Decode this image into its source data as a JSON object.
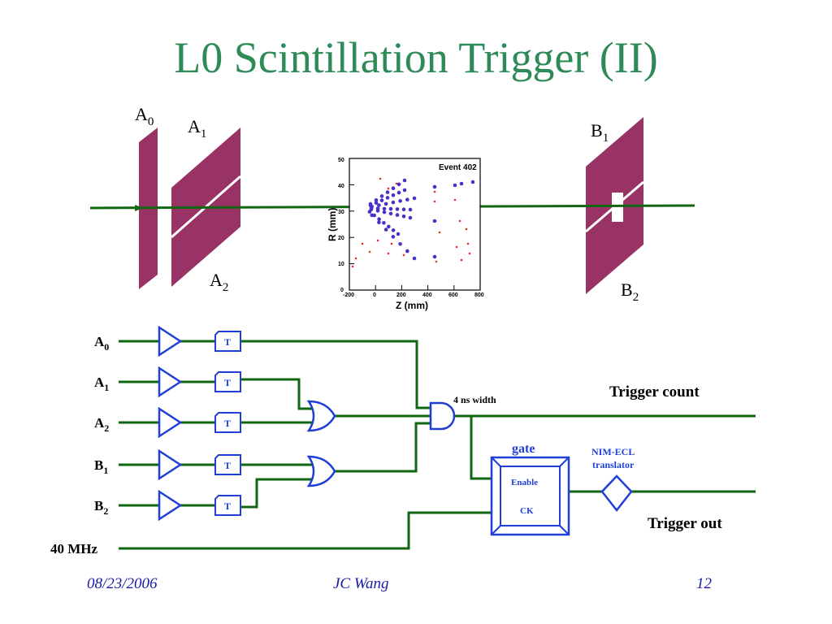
{
  "slide": {
    "title": "L0 Scintillation Trigger (II)"
  },
  "detector": {
    "labels": {
      "a0": {
        "base": "A",
        "sub": "0"
      },
      "a1": {
        "base": "A",
        "sub": "1"
      },
      "a2": {
        "base": "A",
        "sub": "2"
      },
      "b1": {
        "base": "B",
        "sub": "1"
      },
      "b2": {
        "base": "B",
        "sub": "2"
      }
    }
  },
  "event_plot": {
    "title": "Event 402",
    "xlabel": "Z (mm)",
    "ylabel": "R (mm)",
    "xticks": [
      "-200",
      "0",
      "200",
      "400",
      "600",
      "800"
    ],
    "yticks": [
      "0",
      "10",
      "20",
      "30",
      "40",
      "50"
    ]
  },
  "circuit": {
    "inputs": [
      {
        "base": "A",
        "sub": "0"
      },
      {
        "base": "A",
        "sub": "1"
      },
      {
        "base": "A",
        "sub": "2"
      },
      {
        "base": "B",
        "sub": "1"
      },
      {
        "base": "B",
        "sub": "2"
      }
    ],
    "clock_label": "40 MHz",
    "timing_label": "T",
    "and_label": "4 ns width",
    "trigger_count": "Trigger count",
    "gate_label": "gate",
    "enable_label": "Enable",
    "ck_label": "CK",
    "translator_label_1": "NIM-ECL",
    "translator_label_2": "translator",
    "trigger_out": "Trigger out"
  },
  "colors": {
    "title": "#2e8b57",
    "panel": "#993366",
    "wire": "#116611",
    "component": "#1f3fd6",
    "footer": "#1a1aa8"
  },
  "footer": {
    "date": "08/23/2006",
    "author": "JC Wang",
    "page": "12"
  }
}
